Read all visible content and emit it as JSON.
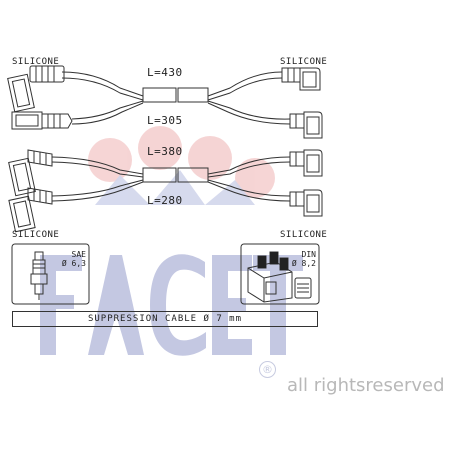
{
  "labels": {
    "silicone_top_left": "SILICONE",
    "silicone_top_right": "SILICONE",
    "silicone_bottom_left": "SILICONE",
    "silicone_bottom_right": "SILICONE"
  },
  "cables": [
    {
      "length": "L=430"
    },
    {
      "length": "L=305"
    },
    {
      "length": "L=380"
    },
    {
      "length": "L=280"
    }
  ],
  "left_box": {
    "line1": "SAE",
    "line2": "Ø 6,3"
  },
  "right_box": {
    "line1": "DIN",
    "line2": "Ø 8,2"
  },
  "suppression": "SUPPRESSION CABLE  Ø  7 mm",
  "watermark": {
    "brand": "FACET",
    "registered": "®",
    "rights": "all rightsreserved"
  },
  "colors": {
    "watermark_blue": "#c4c8e2",
    "watermark_red": "#f3c9c9",
    "line": "#333333"
  }
}
